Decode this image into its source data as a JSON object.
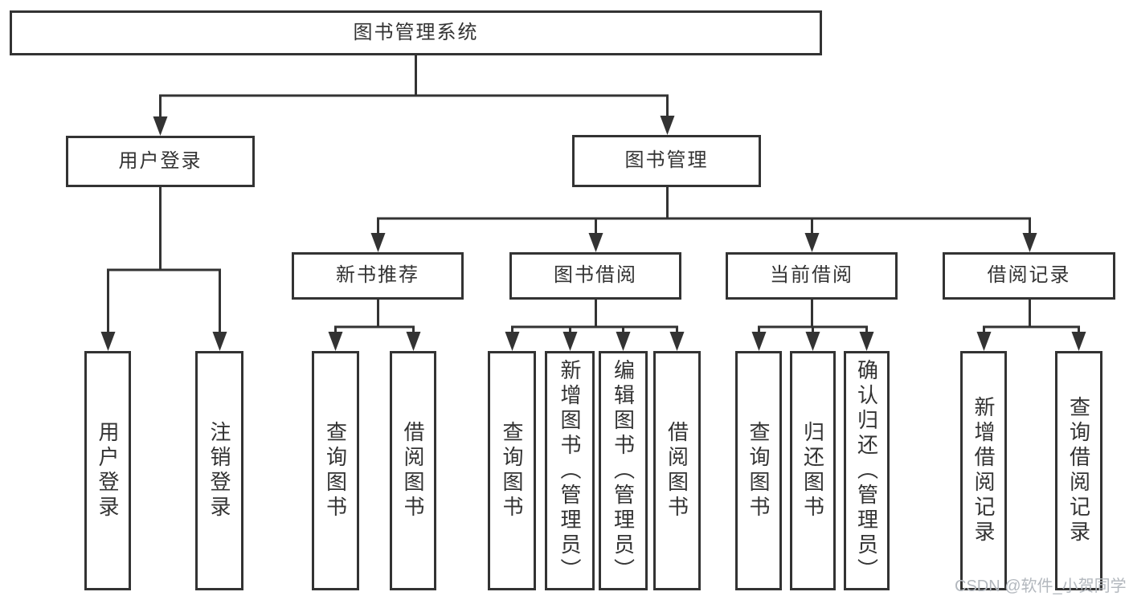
{
  "watermark": "CSDN @软件_小贺同学",
  "colors": {
    "line": "#333333",
    "text": "#333333",
    "box_fill": "#ffffff",
    "watermark": "#b3b8be"
  },
  "nodes": {
    "root": "图书管理系统",
    "user_login": "用户登录",
    "book_mgmt": "图书管理",
    "new_book_rec": "新书推荐",
    "book_borrow": "图书借阅",
    "current_borrow": "当前借阅",
    "borrow_records": "借阅记录",
    "login_leaf": "用户登录",
    "logout_leaf": "注销登录",
    "nbr_query": "查询图书",
    "nbr_borrow": "借阅图书",
    "bb_query": "查询图书",
    "bb_add": "新增图书（管理员）",
    "bb_edit": "编辑图书（管理员）",
    "bb_borrow": "借阅图书",
    "cb_query": "查询图书",
    "cb_return": "归还图书",
    "cb_confirm": "确认归还（管理员）",
    "br_add": "新增借阅记录",
    "br_query": "查询借阅记录"
  }
}
